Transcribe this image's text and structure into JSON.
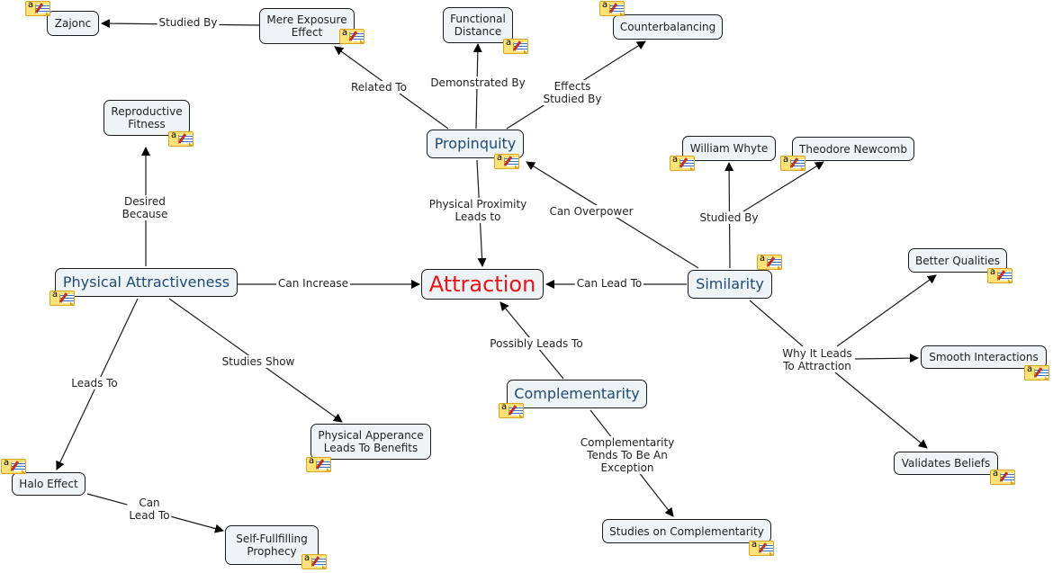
{
  "map": {
    "colors": {
      "node_fill": "#eef3f5",
      "node_border": "#1a1a1a",
      "main_concept_text": "#1e4a73",
      "center_concept_text": "#e8141c",
      "note_icon": "#fde27a"
    },
    "concepts": {
      "attraction": "Attraction",
      "propinquity": "Propinquity",
      "similarity": "Similarity",
      "physical_attractiveness": "Physical Attractiveness",
      "complementarity": "Complementarity",
      "zajonc": "Zajonc",
      "mere_exposure": "Mere Exposure\nEffect",
      "functional_distance": "Functional\nDistance",
      "counterbalancing": "Counterbalancing",
      "reproductive_fitness": "Reproductive\nFitness",
      "william_whyte": "William Whyte",
      "theodore_newcomb": "Theodore Newcomb",
      "better_qualities": "Better Qualities",
      "smooth_interactions": "Smooth Interactions",
      "validates_beliefs": "Validates Beliefs",
      "physical_appearance_benefits": "Physical Apperance\nLeads To Benefits",
      "halo_effect": "Halo Effect",
      "self_fulfilling": "Self-Fullfilling\nProphecy",
      "studies_complementarity": "Studies on Complementarity"
    },
    "links": {
      "studied_by_zajonc": "Studied By",
      "related_to": "Related To",
      "demonstrated_by": "Demonstrated By",
      "effects_studied_by": "Effects\nStudied By",
      "physical_proximity": "Physical Proximity\nLeads to",
      "can_overpower": "Can Overpower",
      "studied_by_similarity": "Studied By",
      "can_lead_to": "Can Lead To",
      "can_increase": "Can Increase",
      "desired_because": "Desired\nBecause",
      "leads_to": "Leads To",
      "studies_show": "Studies Show",
      "can_lead_to_halo": "Can\nLead To",
      "possibly_leads_to": "Possibly Leads To",
      "complementarity_exception": "Complementarity\nTends To Be An\nException",
      "why_it_leads": "Why It Leads\nTo Attraction"
    },
    "note_icon": "notes-icon"
  }
}
